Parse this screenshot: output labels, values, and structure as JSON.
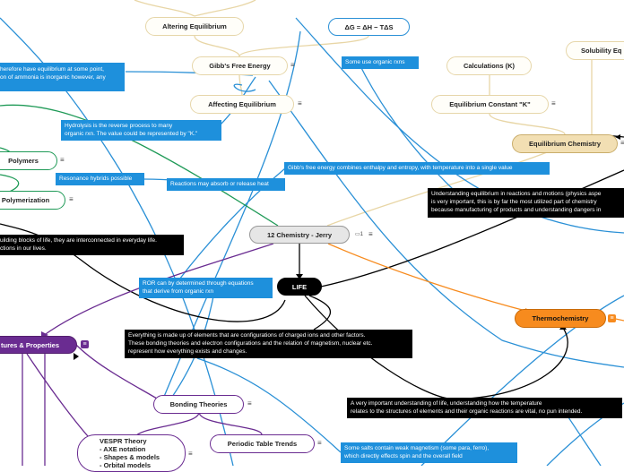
{
  "nodes": {
    "altering_equilibrium": "Altering Equilibrium",
    "gibbs_equation": "ΔG = ΔH − TΔS",
    "gibbs_free_energy": "Gibb's Free Energy",
    "calculations_k": "Calculations (K)",
    "solubility": "Solubility Eq",
    "affecting_equilibrium": "Affecting Equilibrium",
    "equilibrium_constant": "Equilibrium Constant \"K\"",
    "equilibrium_chemistry": "Equilibrium Chemistry",
    "polymers": "Polymers",
    "polymerization": "Polymerization",
    "root": "12 Chemistry - Jerry",
    "root_badge": "1",
    "life": "LIFE",
    "thermochemistry": "Thermochemistry",
    "structures_properties": "tures & Properties",
    "bonding_theories": "Bonding Theories",
    "periodic_table_trends": "Periodic Table Trends",
    "vespr_line1": "VESPR Theory",
    "vespr_line2": "- AXE notation",
    "vespr_line3": "- Shapes & models",
    "vespr_line4": "- Orbital models"
  },
  "notes": {
    "ammonia": "herefore have equilibrium at some point,\non of ammonia is inorganic however, any",
    "organic_rxns": "Some use organic rxns",
    "hydrolysis": "Hydrolysis is the reverse process to many\norganic rxn. The value could be represented by \"K.\"",
    "gibbs_combines": "Gibb's free energy combines enthalpy and entropy, with temperature into a single value",
    "resonance": "Resonance hybrids possible",
    "absorb_release": "Reactions may absorb or release heat",
    "understanding_eq": "Understanding equilibrium in reactions and motions (physics aspe\nis very important, this is by far the most utilized part of chemistry\nbecause manufacturing of products and understanding dangers in",
    "building_blocks": "uilding blocks of life, they are interconnected in everyday life.\nctions in our lives.",
    "ror": "ROR can by determined through equations\nthat derive from organic rxn",
    "everything": "Everything is made up of elements that are configurations of charged ions and other factors.\nThese bonding theories and electron configurations and the relation of magnetism, nuclear etc.\nrepresent how everything exists and changes.",
    "important_life": "A very important understanding of life, understanding how the temperature\nrelates to the structures of elements and their organic reactions are vital, no pun intended.",
    "salts": "Some salts contain weak magnetism (some para, ferro),\nwhich directly effects spin and the overall field"
  },
  "icons": {
    "menu": "≡"
  },
  "colors": {
    "blue": "#1e90dc",
    "purple": "#6a2c91",
    "green": "#1f9a57",
    "orange": "#f78b1e",
    "tan": "#f2dfb3",
    "black": "#000000"
  }
}
